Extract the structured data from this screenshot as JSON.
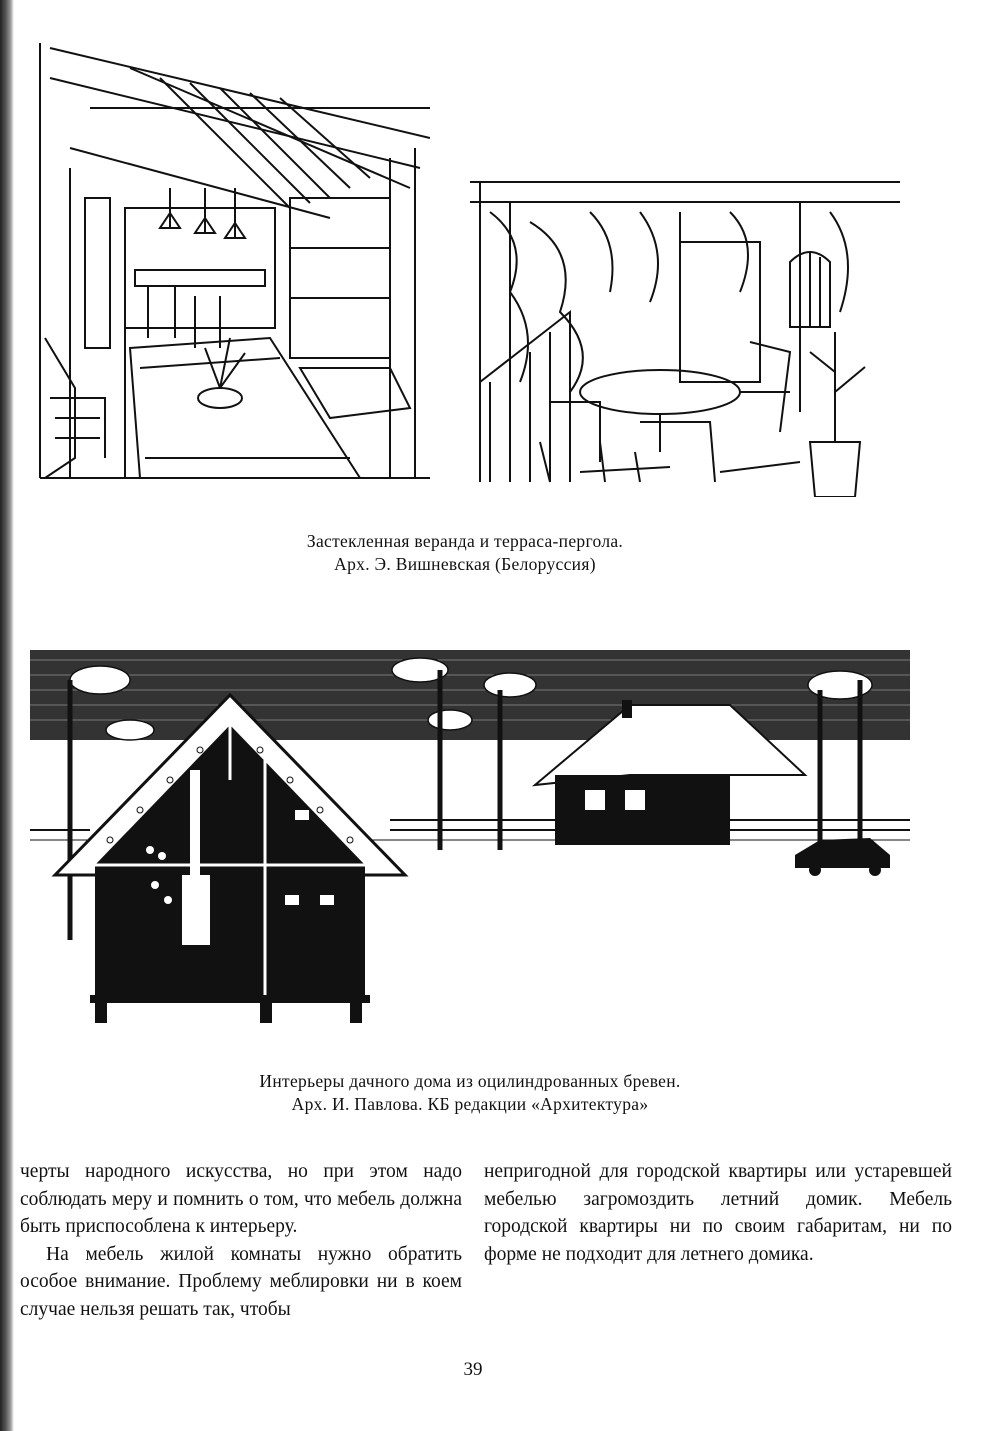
{
  "figure1": {
    "caption_line1": "Застекленная веранда и терраса-пергола.",
    "caption_line2": "Арх. Э. Вишневская (Белоруссия)"
  },
  "figure2": {
    "caption_line1": "Интерьеры дачного дома из оцилиндрованных бревен.",
    "caption_line2": "Арх. И. Павлова. КБ редакции «Архитектура»"
  },
  "body_text": {
    "left_p1": "черты народного искусства, но при этом надо соблюдать меру и помнить о том, что мебель должна быть приспособлена к интерьеру.",
    "left_p2": "На мебель жилой комнаты нужно обратить особое внимание. Проблему меблировки ни в коем случае нельзя решать так, чтобы",
    "right_p1": "непригодной для городской квартиры или устаревшей мебелью загромоздить летний домик. Мебель городской квартиры ни по своим габаритам, ни по форме не подходит для летнего домика."
  },
  "page_number": "39"
}
